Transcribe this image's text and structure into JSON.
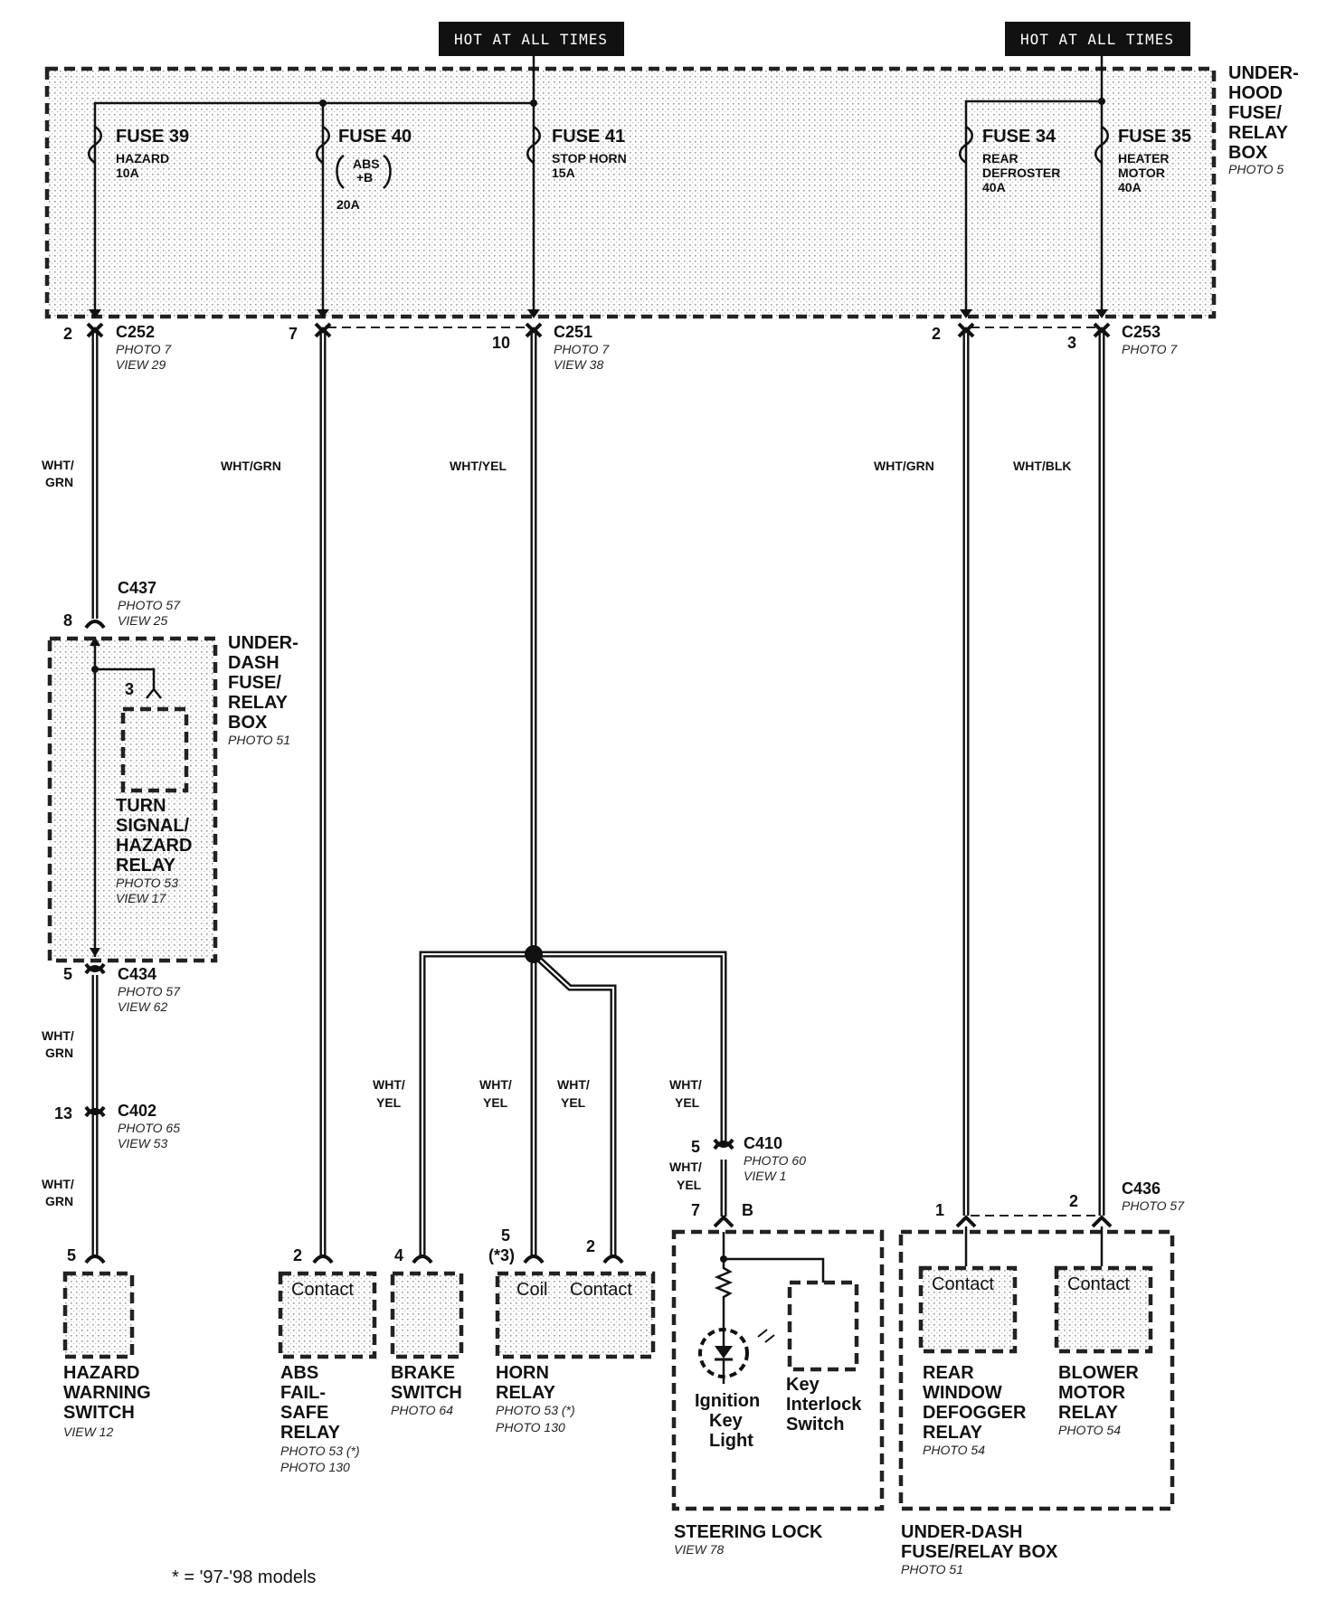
{
  "hot_tags": [
    "HOT AT ALL TIMES",
    "HOT AT ALL TIMES"
  ],
  "underhood": {
    "title": [
      "UNDER-",
      "HOOD",
      "FUSE/",
      "RELAY",
      "BOX"
    ],
    "photo": "PHOTO 5"
  },
  "fuses": [
    {
      "name": "FUSE 39",
      "desc": [
        "HAZARD",
        "10A"
      ]
    },
    {
      "name": "FUSE 40",
      "desc": [
        "ABS",
        "+B",
        "20A"
      ]
    },
    {
      "name": "FUSE 41",
      "desc": [
        "STOP HORN",
        "15A"
      ]
    },
    {
      "name": "FUSE 34",
      "desc": [
        "REAR",
        "DEFROSTER",
        "40A"
      ]
    },
    {
      "name": "FUSE 35",
      "desc": [
        "HEATER",
        "MOTOR",
        "40A"
      ]
    }
  ],
  "connectors": {
    "c252": {
      "name": "C252",
      "photo": "PHOTO 7",
      "view": "VIEW 29",
      "pin": "2"
    },
    "c251": {
      "name": "C251",
      "photo": "PHOTO 7",
      "view": "VIEW 38",
      "pins": [
        "7",
        "10"
      ]
    },
    "c253": {
      "name": "C253",
      "photo": "PHOTO 7",
      "pins": [
        "2",
        "3"
      ]
    },
    "c437": {
      "name": "C437",
      "photo": "PHOTO 57",
      "view": "VIEW 25",
      "pin": "8"
    },
    "c434": {
      "name": "C434",
      "photo": "PHOTO 57",
      "view": "VIEW 62",
      "pin": "5"
    },
    "c402": {
      "name": "C402",
      "photo": "PHOTO 65",
      "view": "VIEW 53",
      "pin": "13"
    },
    "c410": {
      "name": "C410",
      "photo": "PHOTO 60",
      "view": "VIEW 1",
      "pins": [
        "5",
        "7",
        "B"
      ]
    },
    "c436": {
      "name": "C436",
      "photo": "PHOTO 57",
      "pins": [
        "1",
        "2"
      ]
    }
  },
  "wires": {
    "left_top": [
      "WHT/",
      "GRN"
    ],
    "left_mid": [
      "WHT/",
      "GRN"
    ],
    "left_bot": [
      "WHT/",
      "GRN"
    ],
    "abs": "WHT/GRN",
    "horn_main": "WHT/YEL",
    "rear_def": "WHT/GRN",
    "heater": "WHT/BLK",
    "brake": [
      "WHT/",
      "YEL"
    ],
    "coil": [
      "WHT/",
      "YEL"
    ],
    "contact": [
      "WHT/",
      "YEL"
    ],
    "lock_a": [
      "WHT/",
      "YEL"
    ],
    "lock_b": [
      "WHT/",
      "YEL"
    ]
  },
  "underdash_left": {
    "title": [
      "UNDER-",
      "DASH",
      "FUSE/",
      "RELAY",
      "BOX"
    ],
    "photo": "PHOTO 51"
  },
  "turn_relay": {
    "pin": "3",
    "name": [
      "TURN",
      "SIGNAL/",
      "HAZARD",
      "RELAY"
    ],
    "photo": "PHOTO 53",
    "view": "VIEW 17"
  },
  "components": {
    "hazard": {
      "pin": "5",
      "name": [
        "HAZARD",
        "WARNING",
        "SWITCH"
      ],
      "view": "VIEW 12"
    },
    "abs": {
      "pin": "2",
      "inner": "Contact",
      "name": [
        "ABS",
        "FAIL-",
        "SAFE",
        "RELAY"
      ],
      "photos": [
        "PHOTO 53 (*)",
        "PHOTO 130"
      ]
    },
    "brake": {
      "pin": "4",
      "name": [
        "BRAKE",
        "SWITCH"
      ],
      "photo": "PHOTO 64"
    },
    "horn": {
      "pins": [
        "5",
        "(*3)",
        "2"
      ],
      "coil": "Coil",
      "contact": "Contact",
      "name": [
        "HORN",
        "RELAY"
      ],
      "photos": [
        "PHOTO 53 (*)",
        "PHOTO 130"
      ]
    },
    "steering": {
      "light": [
        "Ignition",
        "Key",
        "Light"
      ],
      "switch": [
        "Key",
        "Interlock",
        "Switch"
      ],
      "name": "STEERING LOCK",
      "view": "VIEW 78"
    },
    "rear_relay": {
      "inner": "Contact",
      "name": [
        "REAR",
        "WINDOW",
        "DEFOGGER",
        "RELAY"
      ],
      "photo": "PHOTO 54"
    },
    "blower": {
      "inner": "Contact",
      "name": [
        "BLOWER",
        "MOTOR",
        "RELAY"
      ],
      "photo": "PHOTO 54"
    },
    "underdash_right": {
      "name": [
        "UNDER-DASH",
        "FUSE/RELAY BOX"
      ],
      "photo": "PHOTO 51"
    }
  },
  "footnote": "* = '97-'98 models"
}
